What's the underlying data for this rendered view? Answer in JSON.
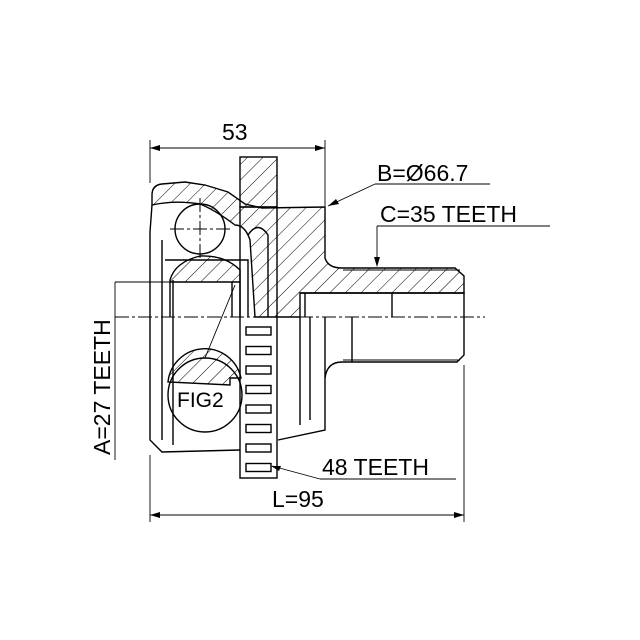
{
  "drawing": {
    "dim_width_top": "53",
    "dim_b": "B=Ø66.7",
    "dim_c": "C=35 TEETH",
    "dim_a": "A=27 TEETH",
    "fig_label": "FIG2",
    "abs_teeth": "48 TEETH",
    "dim_length": "L=95"
  },
  "colors": {
    "line": "#000000",
    "background": "#ffffff"
  }
}
